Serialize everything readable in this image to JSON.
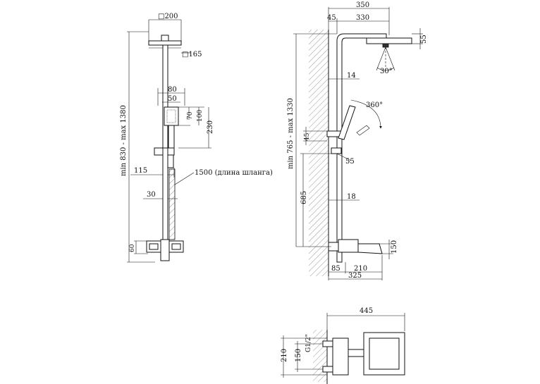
{
  "front_view": {
    "head_size": "□200",
    "head_thickness": "□165",
    "total_height": "min 830 - max 1380",
    "holder_80": "80",
    "holder_50": "50",
    "hand_70": "70",
    "hand_100": "100",
    "slide_230": "230",
    "offset_115": "115",
    "hose_label": "1500 (длина шланга)",
    "hose_30": "30",
    "mixer_60": "60"
  },
  "side_view": {
    "dim_350": "350",
    "dim_45": "45",
    "dim_330": "330",
    "dim_55_top": "55",
    "angle_30": "30°",
    "dim_14": "14",
    "range": "min 765 - max 1330",
    "angle_360": "360°",
    "dim_45_left": "45",
    "dim_55": "55",
    "dim_685": "685",
    "dim_18": "18",
    "dim_150": "150",
    "dim_85": "85",
    "dim_210": "210",
    "dim_325": "325"
  },
  "plan_view": {
    "dim_445": "445",
    "dim_210": "210",
    "dim_150": "150",
    "thread": "G1/2\""
  }
}
